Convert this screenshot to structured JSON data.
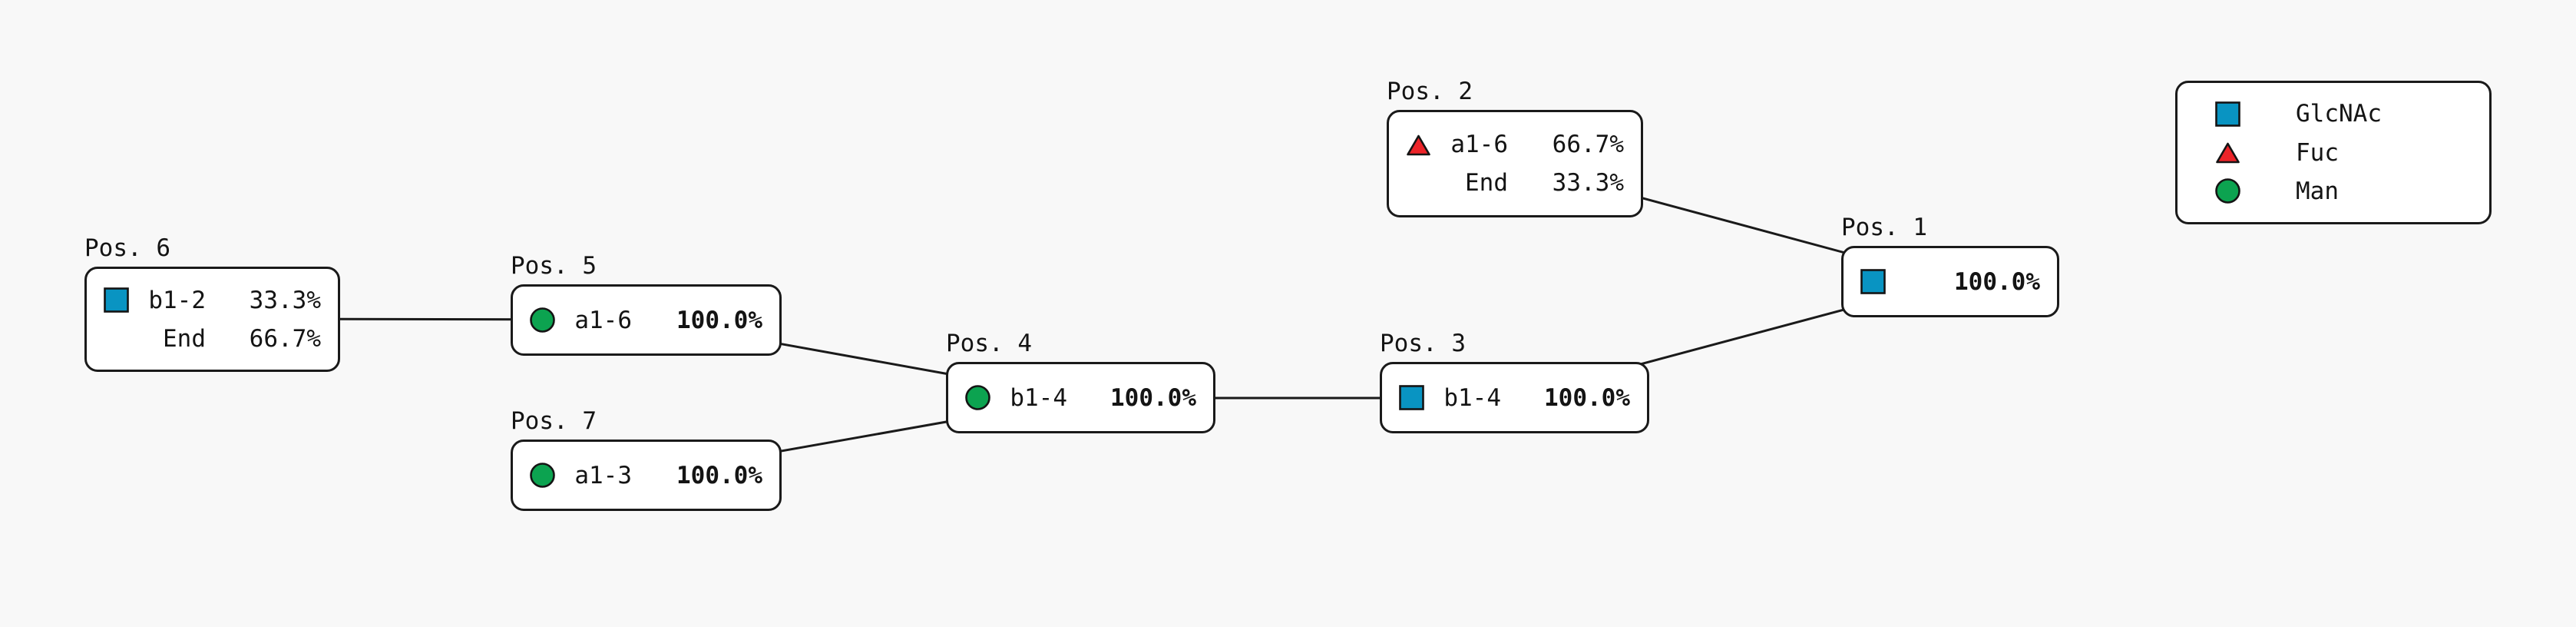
{
  "diagram": {
    "type": "glycan-position-network",
    "palette": {
      "glcnac_blue": "#0994C2",
      "fuc_red": "#EC2429",
      "man_green": "#0CA350",
      "line_black": "#1A1A1A",
      "box_white": "#FFFFFF",
      "background_gray": "#F8F8F8"
    },
    "nodes": {
      "pos1": {
        "label": "Pos. 1",
        "icon": "glcnac-square",
        "rows": [
          {
            "linkage": "",
            "value": "100.0%"
          }
        ]
      },
      "pos2": {
        "label": "Pos. 2",
        "icon": "fuc-triangle",
        "rows": [
          {
            "linkage": "a1-6",
            "value": "66.7%"
          },
          {
            "linkage": "End",
            "value": "33.3%"
          }
        ]
      },
      "pos3": {
        "label": "Pos. 3",
        "icon": "glcnac-square",
        "rows": [
          {
            "linkage": "b1-4",
            "value": "100.0%"
          }
        ]
      },
      "pos4": {
        "label": "Pos. 4",
        "icon": "man-circle",
        "rows": [
          {
            "linkage": "b1-4",
            "value": "100.0%"
          }
        ]
      },
      "pos5": {
        "label": "Pos. 5",
        "icon": "man-circle",
        "rows": [
          {
            "linkage": "a1-6",
            "value": "100.0%"
          }
        ]
      },
      "pos6": {
        "label": "Pos. 6",
        "icon": "glcnac-square",
        "rows": [
          {
            "linkage": "b1-2",
            "value": "33.3%"
          },
          {
            "linkage": "End",
            "value": "66.7%"
          }
        ]
      },
      "pos7": {
        "label": "Pos. 7",
        "icon": "man-circle",
        "rows": [
          {
            "linkage": "a1-3",
            "value": "100.0%"
          }
        ]
      }
    },
    "edges": [
      {
        "from": "pos6",
        "to": "pos5"
      },
      {
        "from": "pos5",
        "to": "pos4"
      },
      {
        "from": "pos7",
        "to": "pos4"
      },
      {
        "from": "pos4",
        "to": "pos3"
      },
      {
        "from": "pos3",
        "to": "pos1"
      },
      {
        "from": "pos2",
        "to": "pos1"
      }
    ],
    "legend": {
      "items": [
        {
          "icon": "glcnac-square",
          "label": "GlcNAc"
        },
        {
          "icon": "fuc-triangle",
          "label": "Fuc"
        },
        {
          "icon": "man-circle",
          "label": "Man"
        }
      ]
    }
  }
}
